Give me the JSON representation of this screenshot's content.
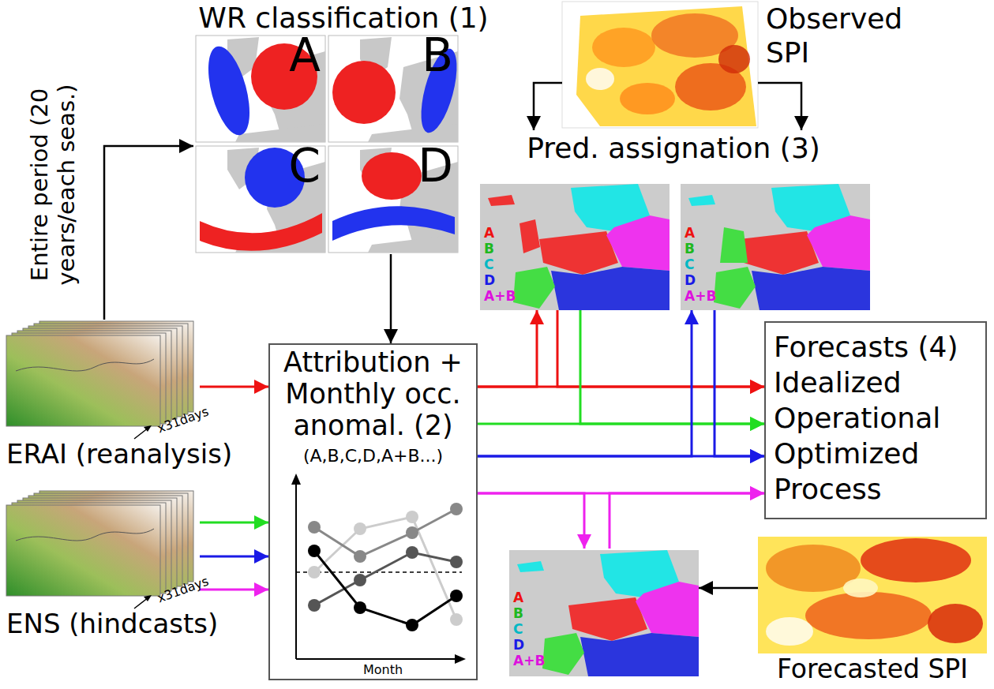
{
  "diagram": {
    "nodes": [
      {
        "text": [
          "WR classification (1)"
        ]
      },
      {
        "text": [
          "A"
        ],
        "in": 0
      },
      {
        "text": [
          "B"
        ],
        "in": 0
      },
      {
        "text": [
          "C"
        ],
        "in": 0
      },
      {
        "text": [
          "D"
        ],
        "in": 0
      },
      {
        "text": [
          "Observed SPI"
        ]
      },
      {
        "text": [
          "Pred. assignation (3)"
        ]
      },
      {
        "text": [
          "A",
          "B",
          "C",
          "D",
          "A+B"
        ],
        "in": 6
      },
      {
        "text": [
          "A",
          "B",
          "C",
          "D",
          "A+B"
        ],
        "in": 6
      },
      {
        "text": [
          "x31days",
          "ERAI (reanalysis)"
        ]
      },
      {
        "text": [
          "Attribution + Monthly occ. anomal. (2)",
          "(A,B,C,D,A+B...)",
          "Month"
        ]
      },
      {
        "text": [
          "Forecasts (4)",
          "Idealized",
          "Operational",
          "Optimized",
          "Process"
        ]
      },
      {
        "text": [
          "x31days",
          "ENS (hindcasts)"
        ]
      },
      {
        "text": [
          "A",
          "B",
          "C",
          "D",
          "A+B"
        ]
      },
      {
        "text": [
          "Forecasted SPI"
        ]
      }
    ],
    "edges": [
      {
        "from": 9,
        "to": 0,
        "arrow": "to"
      },
      {
        "from": 0,
        "to": 10,
        "arrow": "to"
      },
      {
        "from": 9,
        "to": 10,
        "arrow": "to"
      },
      {
        "from": 12,
        "to": 10,
        "arrow": "to"
      },
      {
        "from": 12,
        "to": 10,
        "arrow": "to"
      },
      {
        "from": 12,
        "to": 10,
        "arrow": "to"
      },
      {
        "from": 5,
        "to": 6,
        "arrow": "to"
      },
      {
        "from": 5,
        "to": 6,
        "arrow": "to"
      },
      {
        "from": 10,
        "to": 11,
        "arrow": "to"
      },
      {
        "from": 10,
        "to": 11,
        "arrow": "to"
      },
      {
        "from": 10,
        "to": 11,
        "arrow": "to"
      },
      {
        "from": 10,
        "to": 11,
        "arrow": "to"
      },
      {
        "from": 10,
        "to": 7,
        "arrow": "to"
      },
      {
        "from": 7,
        "to": 11,
        "arrow": "to"
      },
      {
        "from": 7,
        "to": 11,
        "arrow": "to"
      },
      {
        "from": 10,
        "to": 8,
        "arrow": "to"
      },
      {
        "from": 8,
        "to": 11,
        "arrow": "to"
      },
      {
        "from": 10,
        "to": 13,
        "arrow": "to"
      },
      {
        "from": 13,
        "to": 11,
        "arrow": "to"
      },
      {
        "from": 14,
        "to": 13,
        "arrow": "to"
      }
    ],
    "labels": [
      "Entire period (20 years/each seas.)"
    ]
  }
}
